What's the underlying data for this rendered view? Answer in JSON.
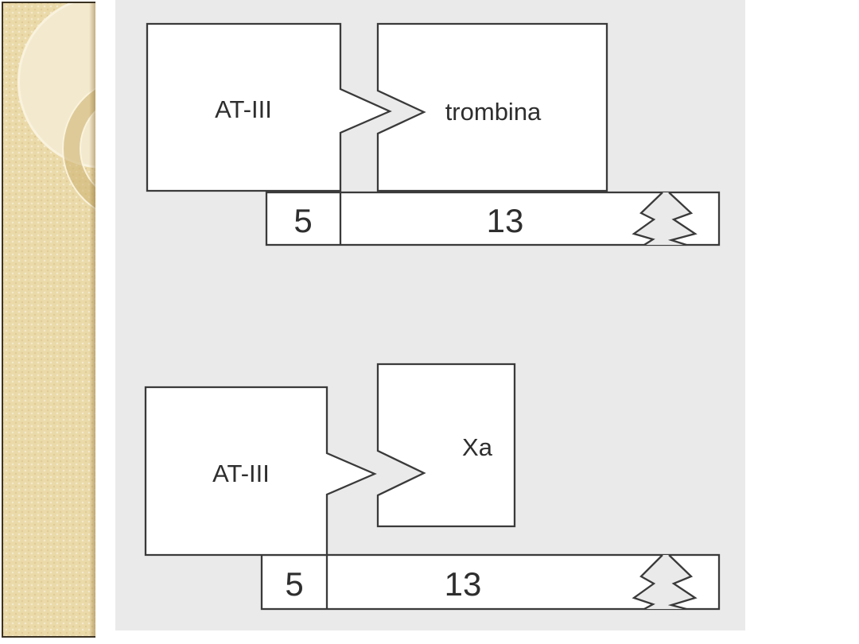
{
  "colors": {
    "page_background": "#ffffff",
    "content_background": "#eaeaea",
    "diagram_stroke": "#3a3a3a",
    "box_fill": "#ffffff",
    "text_color": "#2e2e2e",
    "sidebar_base": "#ebdaa9",
    "sidebar_light": "#f3e9ce",
    "sidebar_ring_cream": "#f9f2de",
    "sidebar_donut": "#d0b678",
    "sidebar_border": "#3b3222"
  },
  "top_diagram": {
    "left_box_label": "AT-III",
    "right_box_label": "trombina",
    "chain_segments": [
      {
        "label": "5"
      },
      {
        "label": "13"
      }
    ]
  },
  "bottom_diagram": {
    "left_box_label": "AT-III",
    "right_box_label": "Xa",
    "chain_segments": [
      {
        "label": "5"
      },
      {
        "label": "13"
      }
    ]
  }
}
